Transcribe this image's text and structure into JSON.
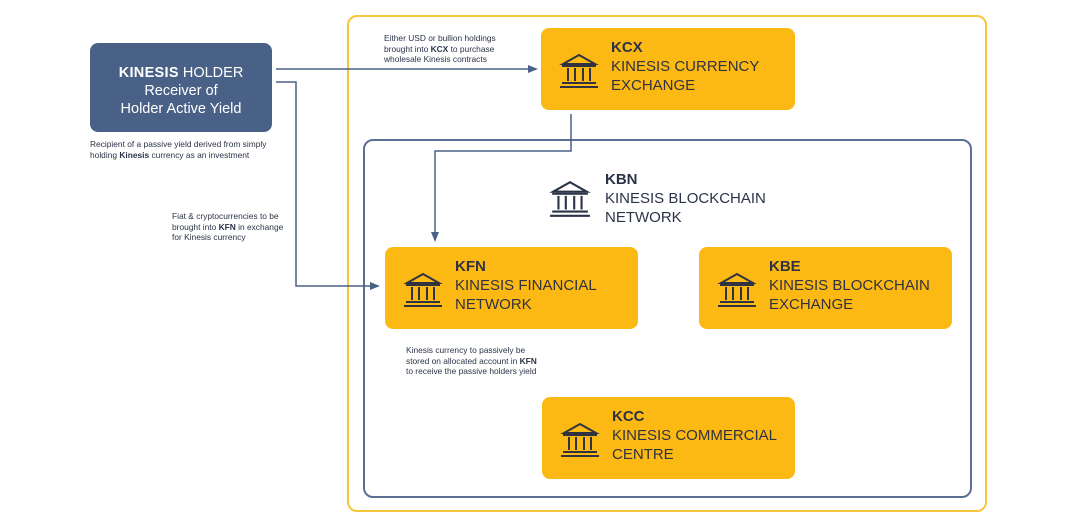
{
  "holder": {
    "brand": "KINESIS",
    "title_rest": " HOLDER",
    "line2": "Receiver of",
    "line3": "Holder Active Yield",
    "note_line1": "Recipient of a passive yield derived from simply",
    "note_line2_pre": "holding ",
    "note_line2_bold": "Kinesis",
    "note_line2_post": " currency as an investment"
  },
  "arrow_notes": {
    "kcx_line1": "Either USD or bullion holdings",
    "kcx_line2_pre": "brought into ",
    "kcx_line2_bold": "KCX",
    "kcx_line2_post": " to purchase",
    "kcx_line3": "wholesale Kinesis contracts",
    "kfn_line1": "Fiat & cryptocurrencies to be",
    "kfn_line2_pre": "brought into ",
    "kfn_line2_bold": "KFN",
    "kfn_line2_post": " in exchange",
    "kfn_line3": "for Kinesis currency",
    "passive_line1": "Kinesis currency to passively be",
    "passive_line2_pre": "stored on allocated account in ",
    "passive_line2_bold": "KFN",
    "passive_line3": "to receive the passive holders yield"
  },
  "nodes": {
    "kcx": {
      "code": "KCX",
      "line1": "KINESIS CURRENCY",
      "line2": "EXCHANGE",
      "icon": "bank-icon"
    },
    "kbn": {
      "code": "KBN",
      "line1": "KINESIS BLOCKCHAIN",
      "line2": "NETWORK",
      "icon": "bank-icon"
    },
    "kfn": {
      "code": "KFN",
      "line1": "KINESIS FINANCIAL",
      "line2": "NETWORK",
      "icon": "bank-icon"
    },
    "kbe": {
      "code": "KBE",
      "line1": "KINESIS BLOCKCHAIN",
      "line2": "EXCHANGE",
      "icon": "bank-icon"
    },
    "kcc": {
      "code": "KCC",
      "line1": "KINESIS COMMERCIAL",
      "line2": "CENTRE",
      "icon": "bank-icon"
    }
  },
  "colors": {
    "holder_fill": "#4a6187",
    "node_fill": "#fdb913",
    "outer_frame": "#f7c53a",
    "inner_frame": "#5a6f91",
    "connector": "#4a6187"
  }
}
